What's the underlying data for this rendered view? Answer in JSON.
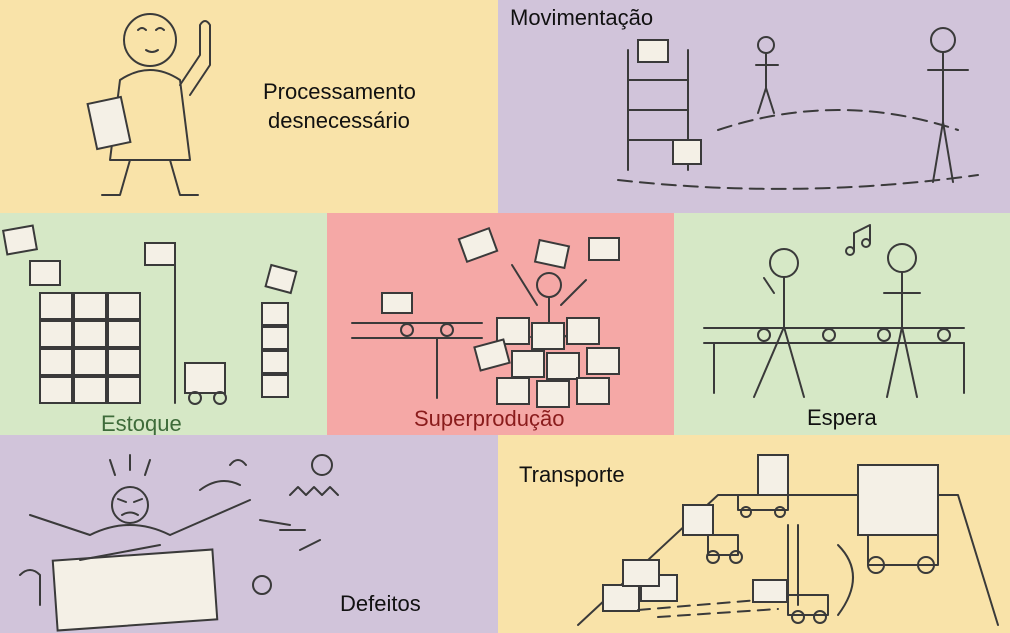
{
  "colors": {
    "yellow": "#f9e3a9",
    "purple": "#d1c4da",
    "green": "#d6e8c6",
    "red": "#f5a8a6",
    "ink": "#3a3a3a",
    "label_green": "#3e6b3a",
    "label_red": "#8a1c1c"
  },
  "panels": {
    "processamento": {
      "label_line1": "Processamento",
      "label_line2": "desnecessário",
      "icon": "man-pointing-finger"
    },
    "movimentacao": {
      "label": "Movimentação",
      "icon": "worker-walking-around-shelves"
    },
    "estoque": {
      "label": "Estoque",
      "icon": "stacked-boxes-forklift"
    },
    "superproducao": {
      "label": "Superprodução",
      "icon": "worker-buried-in-boxes"
    },
    "espera": {
      "label": "Espera",
      "icon": "workers-waiting-at-conveyor"
    },
    "defeitos": {
      "label": "Defeitos",
      "icon": "angry-worker-broken-parts"
    },
    "transporte": {
      "label": "Transporte",
      "icon": "forklifts-and-truck"
    }
  }
}
